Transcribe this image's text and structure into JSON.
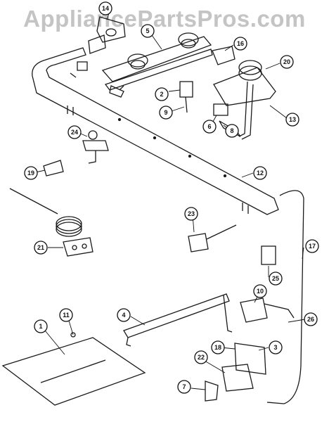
{
  "watermark": "AppliancePartsPros.com",
  "callouts": [
    {
      "id": "c1",
      "label": "1"
    },
    {
      "id": "c2",
      "label": "2"
    },
    {
      "id": "c3",
      "label": "3"
    },
    {
      "id": "c4",
      "label": "4"
    },
    {
      "id": "c5",
      "label": "5"
    },
    {
      "id": "c6",
      "label": "6"
    },
    {
      "id": "c7",
      "label": "7"
    },
    {
      "id": "c8",
      "label": "8"
    },
    {
      "id": "c9",
      "label": "9"
    },
    {
      "id": "c10",
      "label": "10"
    },
    {
      "id": "c11",
      "label": "11"
    },
    {
      "id": "c12",
      "label": "12"
    },
    {
      "id": "c13",
      "label": "13"
    },
    {
      "id": "c14",
      "label": "14"
    },
    {
      "id": "c16",
      "label": "16"
    },
    {
      "id": "c17",
      "label": "17"
    },
    {
      "id": "c18",
      "label": "18"
    },
    {
      "id": "c19",
      "label": "19"
    },
    {
      "id": "c20",
      "label": "20"
    },
    {
      "id": "c21",
      "label": "21"
    },
    {
      "id": "c22",
      "label": "22"
    },
    {
      "id": "c23",
      "label": "23"
    },
    {
      "id": "c24",
      "label": "24"
    },
    {
      "id": "c25",
      "label": "25"
    },
    {
      "id": "c26",
      "label": "26"
    }
  ]
}
